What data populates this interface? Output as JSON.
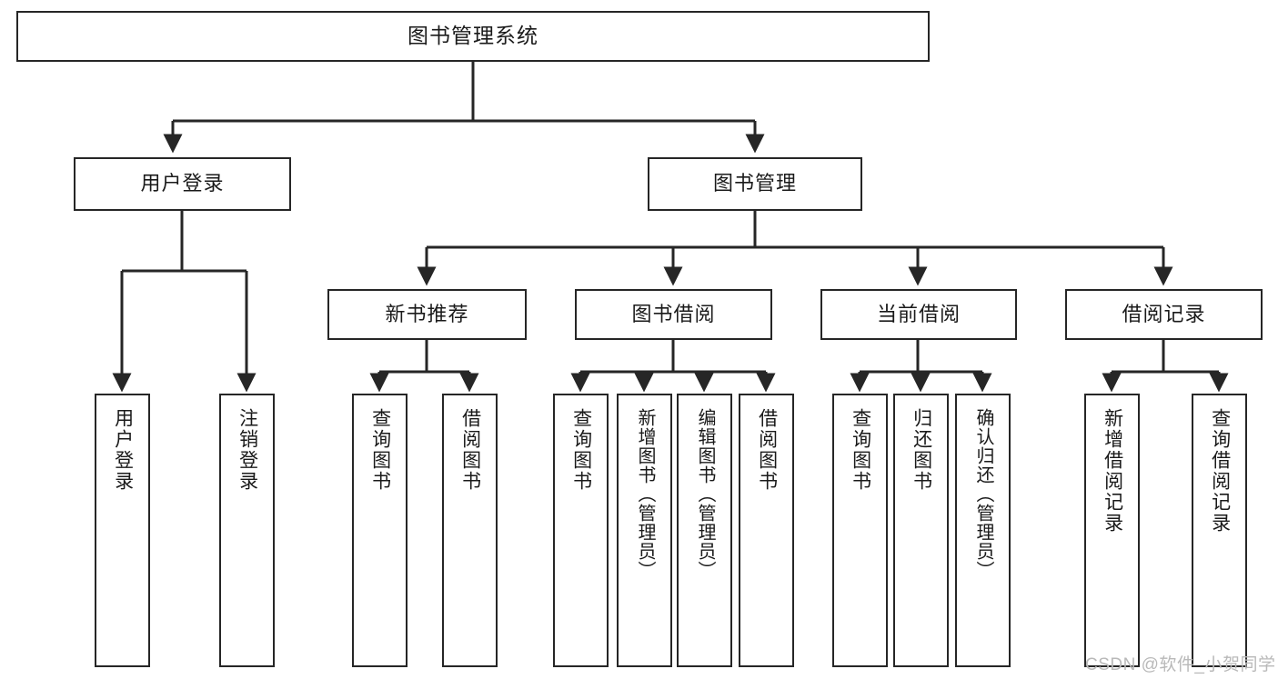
{
  "diagram": {
    "type": "tree-hierarchy",
    "title": "图书管理系统",
    "root": {
      "id": "root",
      "label": "图书管理系统"
    },
    "level2": [
      {
        "id": "user-login",
        "label": "用户登录"
      },
      {
        "id": "book-management",
        "label": "图书管理"
      }
    ],
    "level3": [
      {
        "id": "new-book-recommend",
        "label": "新书推荐",
        "parent": "book-management"
      },
      {
        "id": "book-borrow",
        "label": "图书借阅",
        "parent": "book-management"
      },
      {
        "id": "current-borrow",
        "label": "当前借阅",
        "parent": "book-management"
      },
      {
        "id": "borrow-record",
        "label": "借阅记录",
        "parent": "book-management"
      }
    ],
    "leaves": [
      {
        "id": "leaf-user-login",
        "label": "用户登录",
        "parent": "user-login"
      },
      {
        "id": "leaf-logout-login",
        "label": "注销登录",
        "parent": "user-login"
      },
      {
        "id": "leaf-query-book-1",
        "label": "查询图书",
        "parent": "new-book-recommend"
      },
      {
        "id": "leaf-borrow-book-1",
        "label": "借阅图书",
        "parent": "new-book-recommend"
      },
      {
        "id": "leaf-query-book-2",
        "label": "查询图书",
        "parent": "book-borrow"
      },
      {
        "id": "leaf-add-book",
        "label": "新增图书（管理员）",
        "parent": "book-borrow"
      },
      {
        "id": "leaf-edit-book",
        "label": "编辑图书（管理员）",
        "parent": "book-borrow"
      },
      {
        "id": "leaf-borrow-book-2",
        "label": "借阅图书",
        "parent": "book-borrow"
      },
      {
        "id": "leaf-query-book-3",
        "label": "查询图书",
        "parent": "current-borrow"
      },
      {
        "id": "leaf-return-book",
        "label": "归还图书",
        "parent": "current-borrow"
      },
      {
        "id": "leaf-confirm-return",
        "label": "确认归还（管理员）",
        "parent": "current-borrow"
      },
      {
        "id": "leaf-add-record",
        "label": "新增借阅记录",
        "parent": "borrow-record"
      },
      {
        "id": "leaf-query-record",
        "label": "查询借阅记录",
        "parent": "borrow-record"
      }
    ],
    "watermark": "CSDN @软件_小贺同学",
    "colors": {
      "stroke": "#262626",
      "fill": "#ffffff",
      "text": "#1a1a1a",
      "watermark": "#b9b9b9"
    }
  }
}
